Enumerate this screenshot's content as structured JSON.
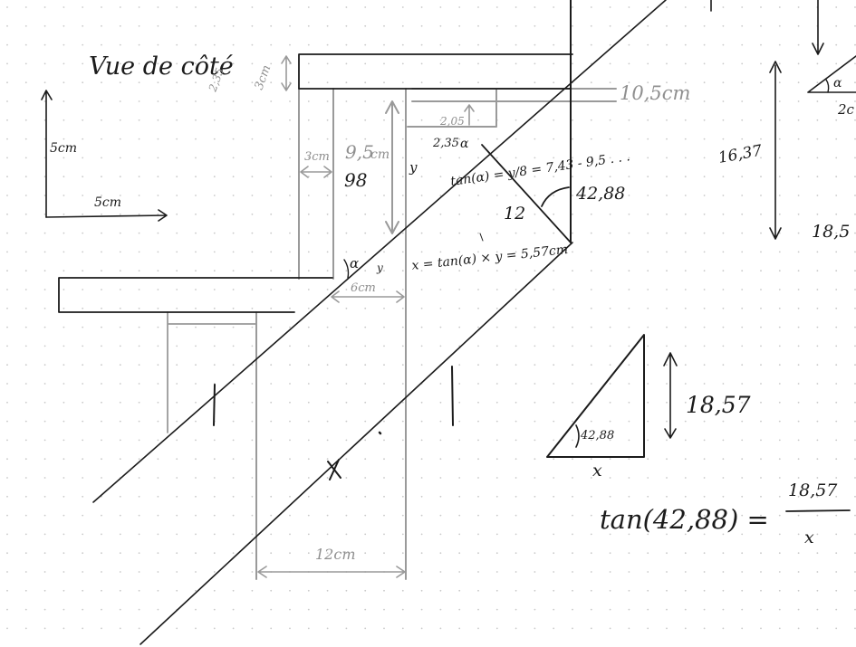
{
  "colors": {
    "ink": "#1b1b1b",
    "pencil": "#9a9a9a",
    "dots": "#c9c9c9",
    "paper": "#ffffff"
  },
  "labels": {
    "title": "Vue de côté",
    "scale_v": "5cm",
    "scale_h": "5cm",
    "top_thickness_a": "2,35",
    "top_thickness_b": "3cm",
    "dim_right_top": "10,5cm",
    "dim_small_a": "2,05",
    "dim_small_b": "2,35",
    "alpha_top": "α",
    "dim_3cm": "3cm",
    "dim_95": "9,5",
    "dim_cm": "cm",
    "dim_98": "98",
    "dim_y": "y",
    "tan_formula": "tan(α) = y/8 = 7,43 - 9,5 . . .",
    "dim_12": "12",
    "angle_4288": "42,88",
    "x_formula": "x = tan(α) × y = 5,57cm",
    "alpha_bottom": "α",
    "y_bottom": "y",
    "dim_6cm": "6cm",
    "mark_x": "x",
    "dim_12cm": "12cm",
    "dim_1637": "16,37",
    "dim_185": "18,5",
    "dim_2c": "2c",
    "alpha_corner": "α",
    "triangle_angle": "42,88",
    "triangle_x": "x",
    "triangle_height": "18,57",
    "eq_left": "tan(42,88) =",
    "eq_num": "18,57",
    "eq_den": "x"
  }
}
